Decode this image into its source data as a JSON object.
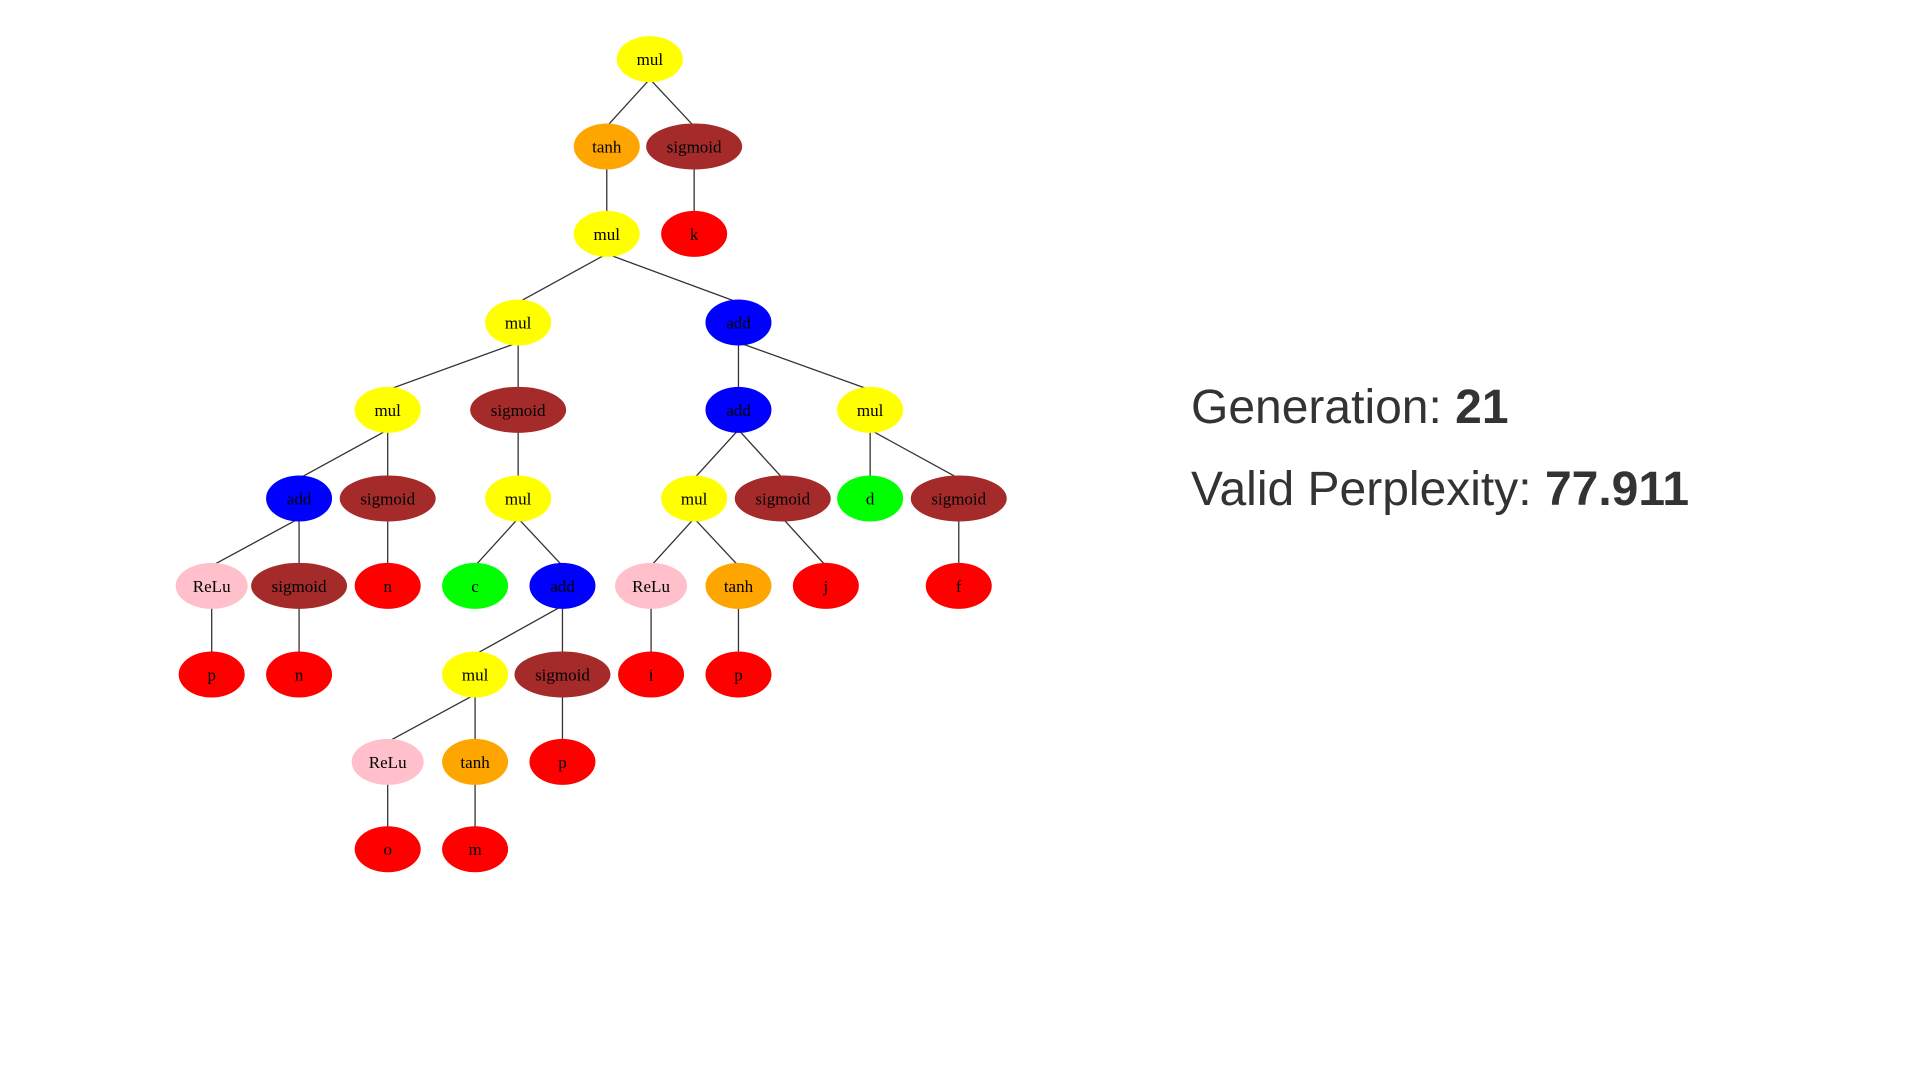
{
  "colors": {
    "mul": "#ffff00",
    "add": "#0000ff",
    "tanh": "#ffa500",
    "sigmoid": "#a52a2a",
    "ReLu": "#ffc0cb",
    "leaf": "#ff0000",
    "input_green": "#00ff00",
    "edge": "#333333"
  },
  "tree": {
    "nodes": [
      {
        "label": "mul",
        "type": "mul",
        "parent": null
      },
      {
        "label": "tanh",
        "type": "tanh",
        "parent": 0
      },
      {
        "label": "sigmoid",
        "type": "sigmoid",
        "parent": 0
      },
      {
        "label": "mul",
        "type": "mul",
        "parent": 1
      },
      {
        "label": "k",
        "type": "leaf",
        "parent": 2
      },
      {
        "label": "mul",
        "type": "mul",
        "parent": 3
      },
      {
        "label": "add",
        "type": "add",
        "parent": 3
      },
      {
        "label": "mul",
        "type": "mul",
        "parent": 5
      },
      {
        "label": "sigmoid",
        "type": "sigmoid",
        "parent": 5
      },
      {
        "label": "add",
        "type": "add",
        "parent": 6
      },
      {
        "label": "mul",
        "type": "mul",
        "parent": 6
      },
      {
        "label": "add",
        "type": "add",
        "parent": 7
      },
      {
        "label": "sigmoid",
        "type": "sigmoid",
        "parent": 7
      },
      {
        "label": "mul",
        "type": "mul",
        "parent": 8
      },
      {
        "label": "mul",
        "type": "mul",
        "parent": 9
      },
      {
        "label": "sigmoid",
        "type": "sigmoid",
        "parent": 9
      },
      {
        "label": "d",
        "type": "input_green",
        "parent": 10
      },
      {
        "label": "sigmoid",
        "type": "sigmoid",
        "parent": 10
      },
      {
        "label": "ReLu",
        "type": "ReLu",
        "parent": 11
      },
      {
        "label": "sigmoid",
        "type": "sigmoid",
        "parent": 11
      },
      {
        "label": "n",
        "type": "leaf",
        "parent": 12
      },
      {
        "label": "c",
        "type": "input_green",
        "parent": 13
      },
      {
        "label": "add",
        "type": "add",
        "parent": 13
      },
      {
        "label": "ReLu",
        "type": "ReLu",
        "parent": 14
      },
      {
        "label": "tanh",
        "type": "tanh",
        "parent": 14
      },
      {
        "label": "j",
        "type": "leaf",
        "parent": 15
      },
      {
        "label": "f",
        "type": "leaf",
        "parent": 17
      },
      {
        "label": "p",
        "type": "leaf",
        "parent": 18
      },
      {
        "label": "n",
        "type": "leaf",
        "parent": 19
      },
      {
        "label": "mul",
        "type": "mul",
        "parent": 22
      },
      {
        "label": "sigmoid",
        "type": "sigmoid",
        "parent": 22
      },
      {
        "label": "i",
        "type": "leaf",
        "parent": 23
      },
      {
        "label": "p",
        "type": "leaf",
        "parent": 24
      },
      {
        "label": "ReLu",
        "type": "ReLu",
        "parent": 29
      },
      {
        "label": "tanh",
        "type": "tanh",
        "parent": 29
      },
      {
        "label": "p",
        "type": "leaf",
        "parent": 30
      },
      {
        "label": "o",
        "type": "leaf",
        "parent": 33
      },
      {
        "label": "m",
        "type": "leaf",
        "parent": 34
      }
    ]
  },
  "stats": {
    "generation_label": "Generation: ",
    "generation_value": "21",
    "perplexity_label": "Valid Perplexity: ",
    "perplexity_value": "77.911"
  }
}
